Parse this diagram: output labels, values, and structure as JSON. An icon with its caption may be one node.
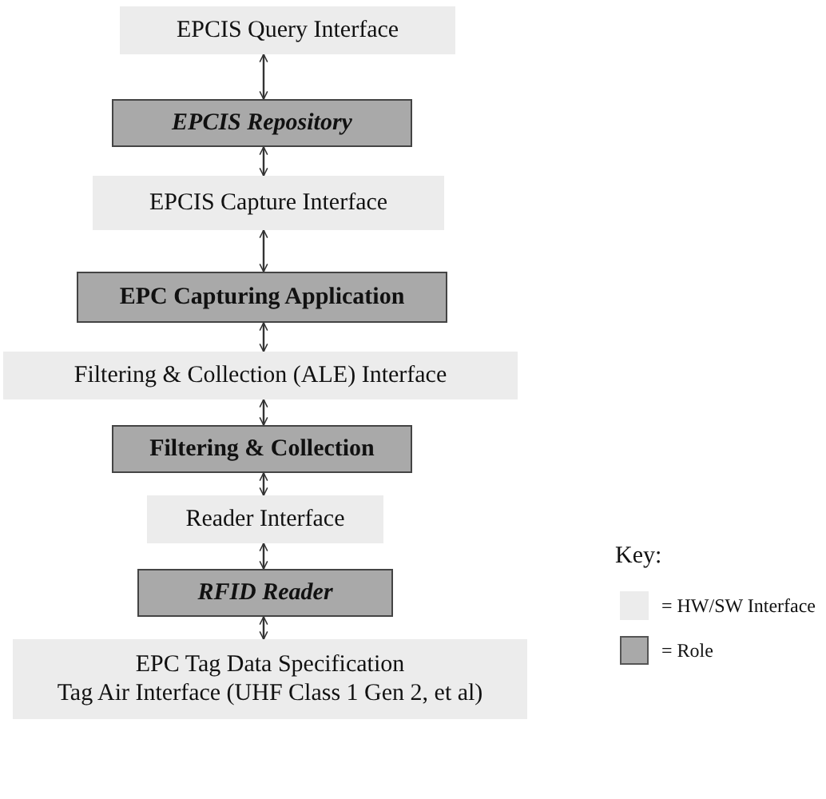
{
  "diagram": {
    "nodes": [
      {
        "text": [
          "EPCIS Query Interface"
        ]
      },
      {
        "text": [
          "EPCIS Repository"
        ]
      },
      {
        "text": [
          "EPCIS Capture Interface"
        ]
      },
      {
        "text": [
          "EPC Capturing Application"
        ]
      },
      {
        "text": [
          "Filtering & Collection (ALE) Interface"
        ]
      },
      {
        "text": [
          "Filtering & Collection"
        ]
      },
      {
        "text": [
          "Reader Interface"
        ]
      },
      {
        "text": [
          "RFID Reader"
        ]
      },
      {
        "text": [
          "EPC Tag Data Specification",
          "Tag Air Interface (UHF Class 1 Gen 2, et al)"
        ]
      }
    ],
    "edges": [
      {
        "from": 0,
        "to": 1,
        "arrow": "both"
      },
      {
        "from": 1,
        "to": 2,
        "arrow": "both"
      },
      {
        "from": 2,
        "to": 3,
        "arrow": "both"
      },
      {
        "from": 3,
        "to": 4,
        "arrow": "both"
      },
      {
        "from": 4,
        "to": 5,
        "arrow": "both"
      },
      {
        "from": 5,
        "to": 6,
        "arrow": "both"
      },
      {
        "from": 6,
        "to": 7,
        "arrow": "both"
      },
      {
        "from": 7,
        "to": 8,
        "arrow": "both"
      }
    ],
    "labels": [
      "Key:"
    ],
    "legend": [
      {
        "text": "= HW/SW Interface",
        "color": "#ececec"
      },
      {
        "text": "= Role",
        "color": "#a9a9a9"
      }
    ]
  }
}
